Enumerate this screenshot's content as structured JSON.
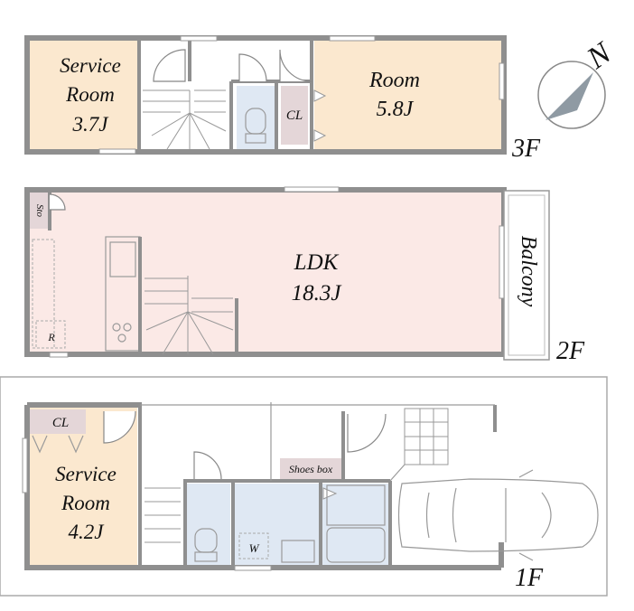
{
  "floors": {
    "third": {
      "label": "3F",
      "service_room": {
        "name_line1": "Service",
        "name_line2": "Room",
        "size": "3.7J"
      },
      "room": {
        "name": "Room",
        "size": "5.8J"
      },
      "closet": "CL"
    },
    "second": {
      "label": "2F",
      "ldk": {
        "name": "LDK",
        "size": "18.3J"
      },
      "storage": "Sto",
      "balcony": "Balcony",
      "fridge": "R"
    },
    "first": {
      "label": "1F",
      "closet": "CL",
      "service_room": {
        "name_line1": "Service",
        "name_line2": "Room",
        "size": "4.2J"
      },
      "shoes_box": "Shoes box",
      "washer": "W"
    }
  },
  "compass": {
    "label": "N"
  },
  "colors": {
    "wall": "#8f8f8f",
    "room_beige": "#fbe8cf",
    "room_pink": "#fbe9e6",
    "wet_blue": "#dfe8f3",
    "closet_mauve": "#e4d6d8",
    "compass_fill": "#8f9aa3"
  }
}
